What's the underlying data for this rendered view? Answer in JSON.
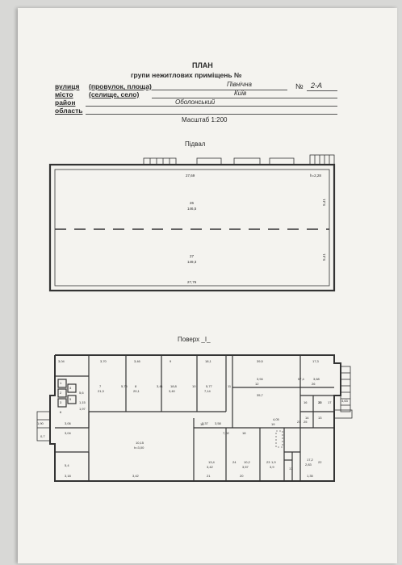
{
  "header": {
    "title": "ПЛАН",
    "subtitle": "групи нежитлових приміщень №",
    "street_label": "вулиця",
    "street_hint": "(провулок, площа)",
    "street_value": "Північна",
    "number_sign": "№",
    "number_value": "2-А",
    "city_label": "місто",
    "city_hint": "(селище, село)",
    "city_value": "Київ",
    "district_label": "район",
    "district_value": "Оболонський",
    "region_label": "область",
    "scale": "Масштаб 1:200"
  },
  "basement": {
    "title": "Підвал",
    "dim_top": "27,69",
    "height_mark": "h=2,28",
    "room26_num": "26",
    "room26_area": "146,5",
    "room26_side": "5,41",
    "room27_num": "27",
    "room27_area": "149,3",
    "room27_side": "5,41",
    "dim_bottom": "27,76"
  },
  "floor1": {
    "title": "Поверх _I_",
    "labels": [
      "3,04",
      "1",
      "2",
      "3",
      "4",
      "5",
      "6",
      "1,15",
      "1,97",
      "5,6",
      "3,06",
      "3,04",
      "3,18",
      "5,4",
      "1,90",
      "0,7",
      "3,70",
      "7",
      "21,3",
      "5,75",
      "3,46",
      "8",
      "20,1",
      "3,41",
      "9",
      "18,8",
      "3,40",
      "10",
      "18,1",
      "5,77",
      "7,14",
      "11",
      "39,5",
      "3,94",
      "12",
      "17,3",
      "3,68",
      "26",
      "57,4",
      "10,15",
      "h=3,00",
      "3,42",
      "12",
      "2,37",
      "3,58",
      "7,02",
      "18",
      "35,7",
      "4,05",
      "19",
      "21",
      "22",
      "23",
      "24",
      "25",
      "13",
      "14",
      "15",
      "16",
      "17",
      "22",
      "13,4",
      "3,42",
      "21",
      "10,2",
      "3,57",
      "20",
      "1,9",
      "3,9",
      "17",
      "17,2",
      "2,83",
      "1,35",
      "4,63"
    ]
  }
}
